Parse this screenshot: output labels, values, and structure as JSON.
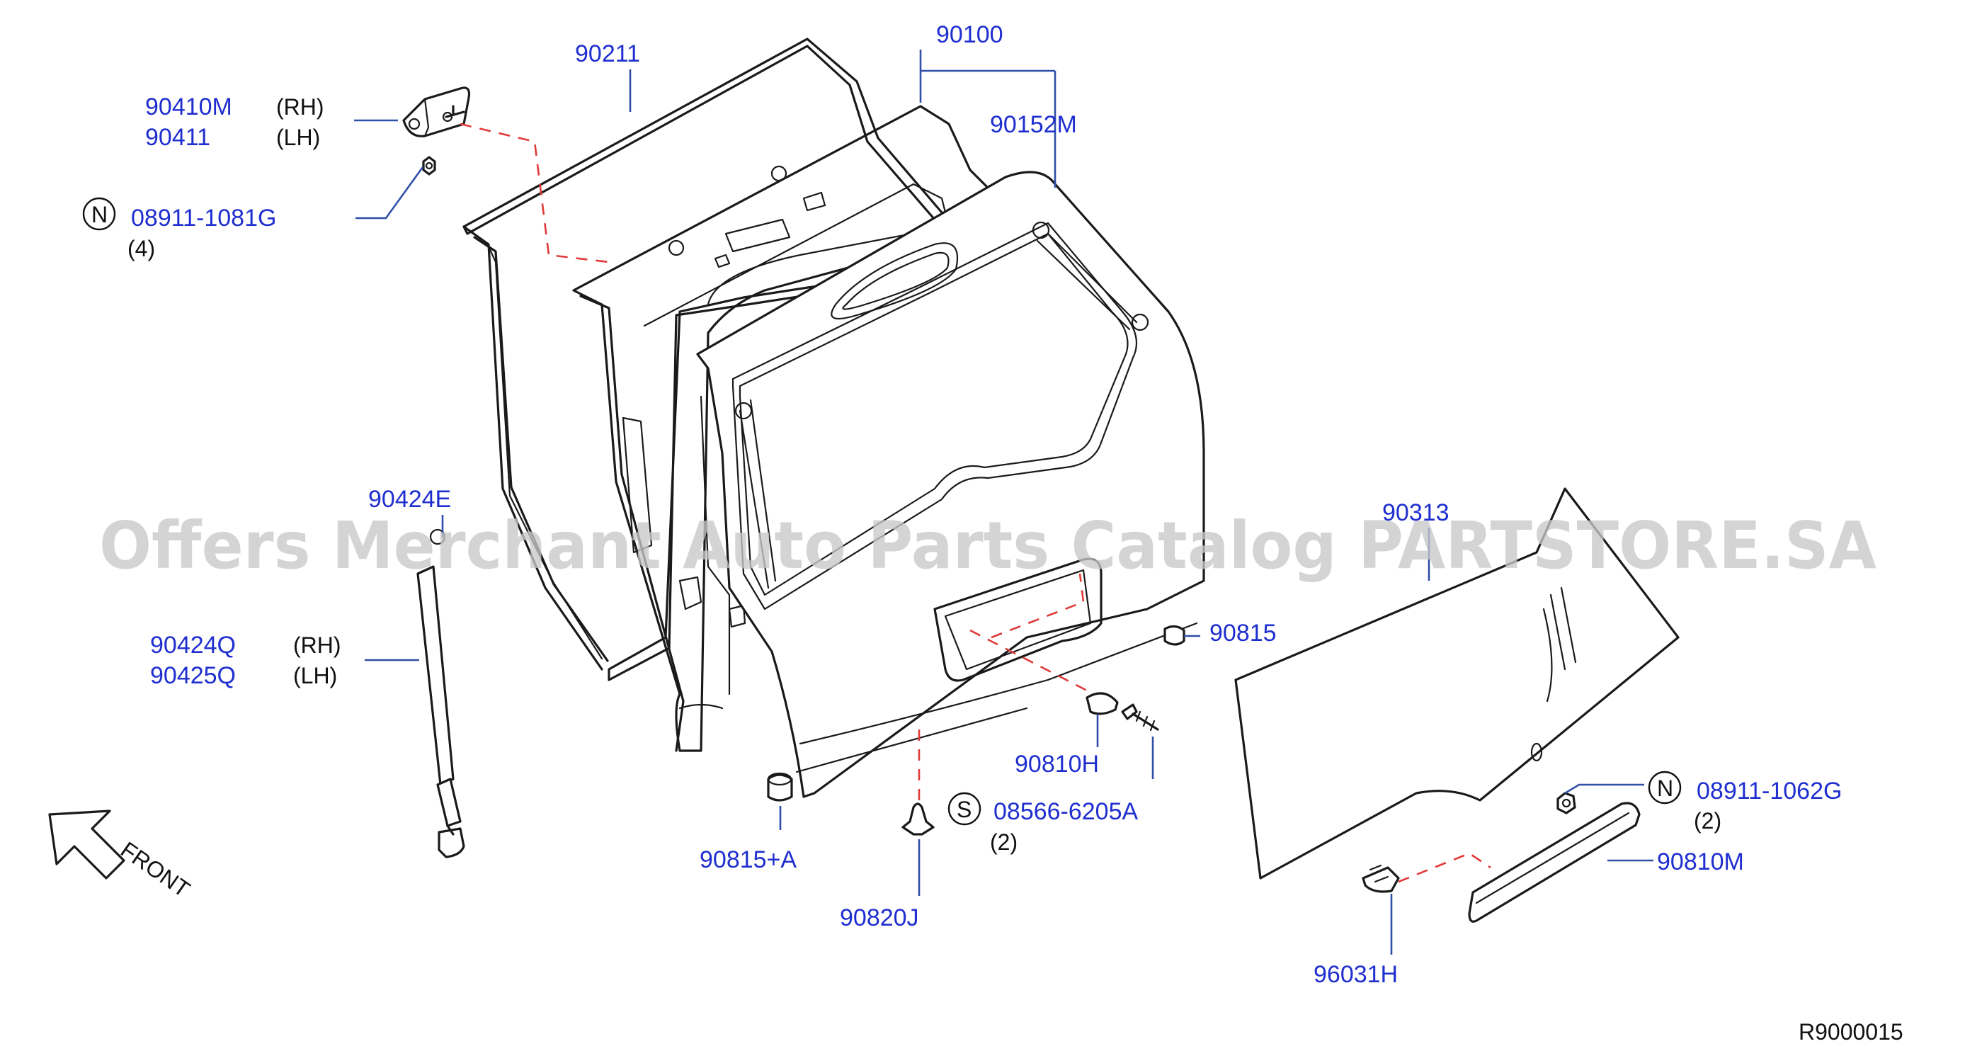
{
  "parts": {
    "p90211": "90211",
    "p90100": "90100",
    "p90152M": "90152M",
    "p90410M": "90410M",
    "p90410M_side": "(RH)",
    "p90411": "90411",
    "p90411_side": "(LH)",
    "nut_top": "08911-1081G",
    "nut_top_qty": "(4)",
    "p90424E": "90424E",
    "p90424Q": "90424Q",
    "p90424Q_side": "(RH)",
    "p90425Q": "90425Q",
    "p90425Q_side": "(LH)",
    "p90313": "90313",
    "p90815": "90815",
    "p90810H": "90810H",
    "screw": "08566-6205A",
    "screw_qty": "(2)",
    "p90815A": "90815+A",
    "p90820J": "90820J",
    "nut_right": "08911-1062G",
    "nut_right_qty": "(2)",
    "p90810M": "90810M",
    "p96031H": "96031H"
  },
  "symbols": {
    "n": "N",
    "s": "S"
  },
  "front_label": "FRONT",
  "diagram_code": "R9000015",
  "watermark": "Offers Merchant Auto Parts Catalog PARTSTORE.SA",
  "colors": {
    "part_number": "#1f2fcf",
    "leader": "#2f4fa8",
    "centerline": "#e03a3a",
    "watermark": "#c8c8c8"
  }
}
